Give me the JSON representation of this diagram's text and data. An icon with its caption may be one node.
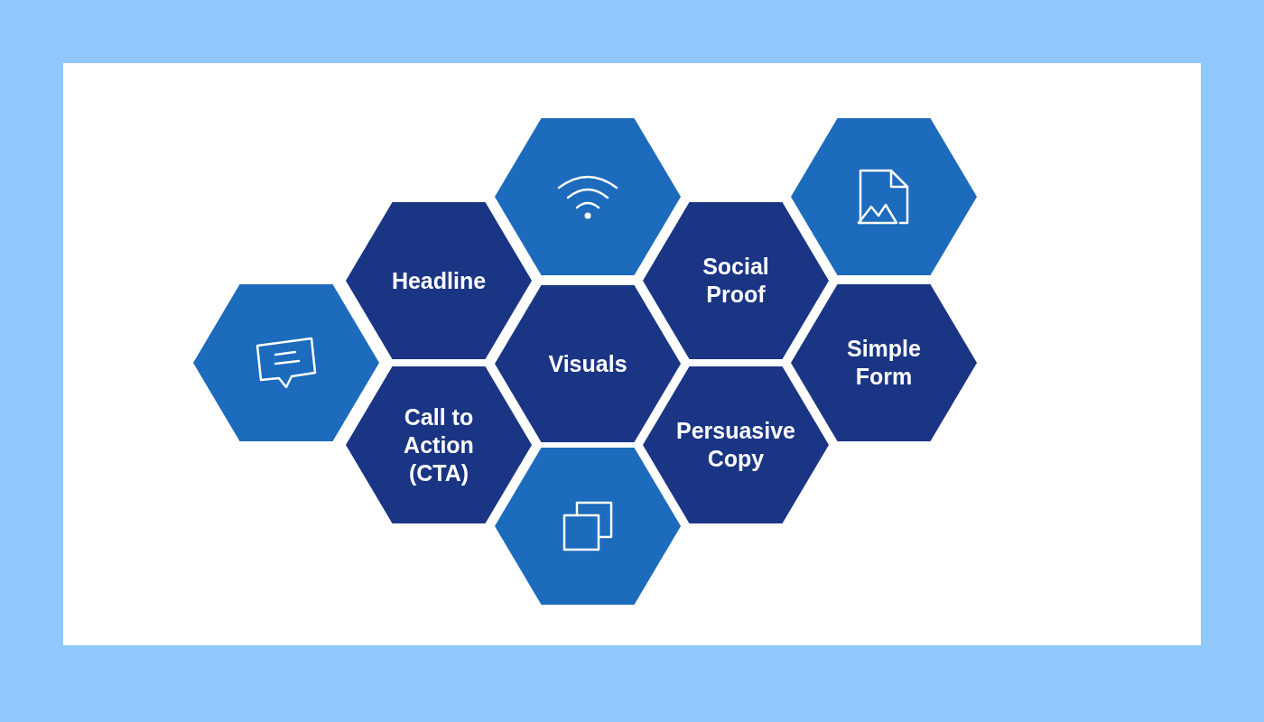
{
  "diagram": {
    "nodes": [
      {
        "text": [],
        "shape": "hexagon"
      },
      {
        "text": [],
        "shape": "hexagon"
      },
      {
        "text": [
          "Headline"
        ]
      },
      {
        "text": [
          "Social Proof"
        ]
      },
      {
        "text": [],
        "shape": "hexagon"
      },
      {
        "text": [
          "Visuals"
        ]
      },
      {
        "text": [
          "Simple Form"
        ]
      },
      {
        "text": [
          "Call to Action (CTA)"
        ]
      },
      {
        "text": [
          "Persuasive Copy"
        ]
      },
      {
        "text": [],
        "shape": "hexagon"
      }
    ]
  }
}
